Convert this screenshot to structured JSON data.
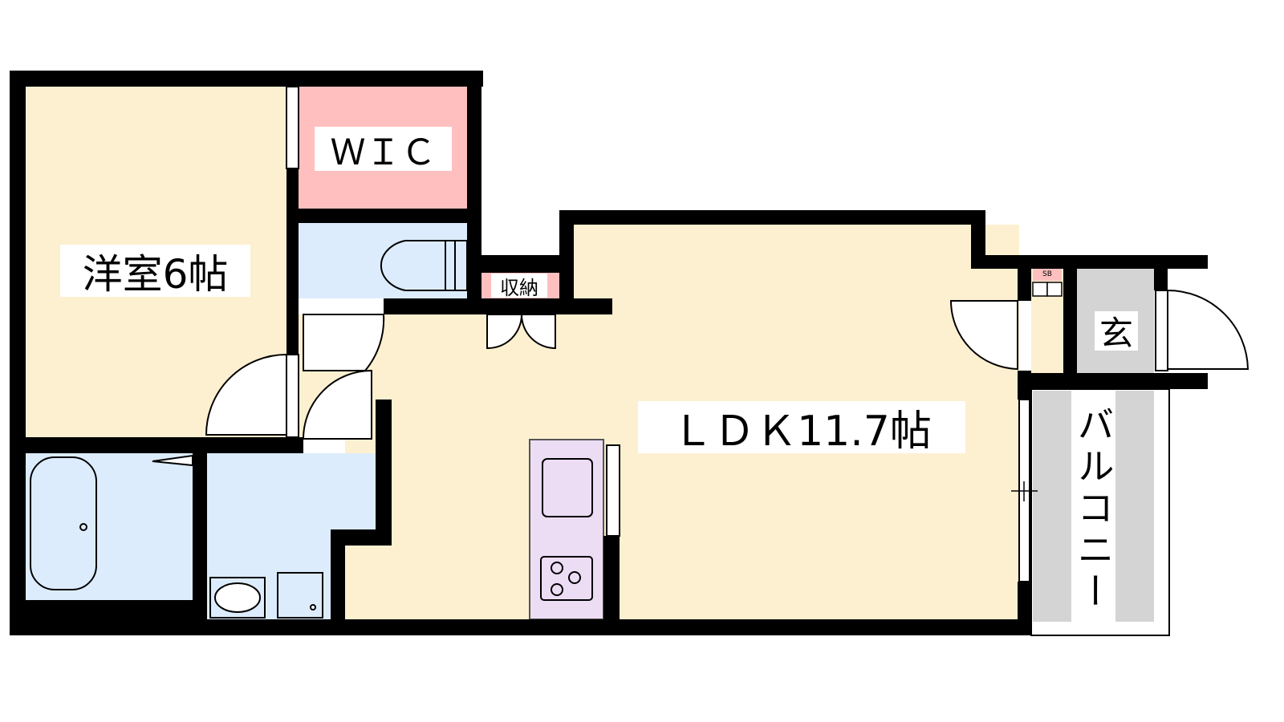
{
  "rooms": {
    "bedroom": "洋室6帖",
    "wic": "ＷＩＣ",
    "ldk": "ＬＤＫ11.7帖",
    "storage": "収納",
    "entrance": "玄",
    "balcony": "バルコニー",
    "shoebox": "SB"
  },
  "colors": {
    "living": "#fdf0d0",
    "closet": "#ffbfbf",
    "wet": "#dcecfc",
    "kitchen": "#ecdcf4",
    "outdoor": "#d4d4d4",
    "wall": "#000000"
  }
}
